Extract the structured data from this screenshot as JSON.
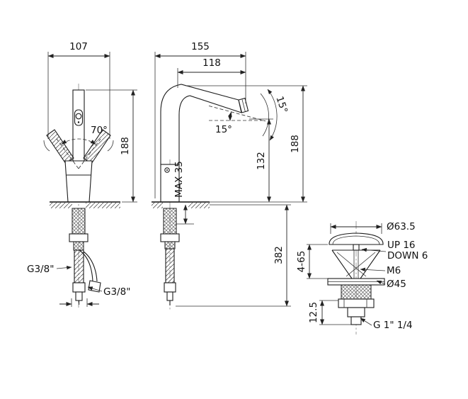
{
  "front_view": {
    "width": "107",
    "height": "188",
    "handle_angle": "70°",
    "inlet_side": "G3/8\"",
    "inlet_bottom": "G3/8\""
  },
  "side_view": {
    "depth": "155",
    "spout_reach": "118",
    "spout_angle": "15°",
    "swivel_angle": "15°",
    "max_deck": "MAX 35",
    "spout_height": "132",
    "total_height": "188",
    "hose_length": "382"
  },
  "drain": {
    "cap_diameter": "Ø63.5",
    "up_travel": "UP 16",
    "down_travel": "DOWN 6",
    "screw": "M6",
    "flange_diameter": "Ø45",
    "clamp_range": "4-65",
    "lower_height": "12.5",
    "outlet_thread": "G 1\" 1/4"
  }
}
